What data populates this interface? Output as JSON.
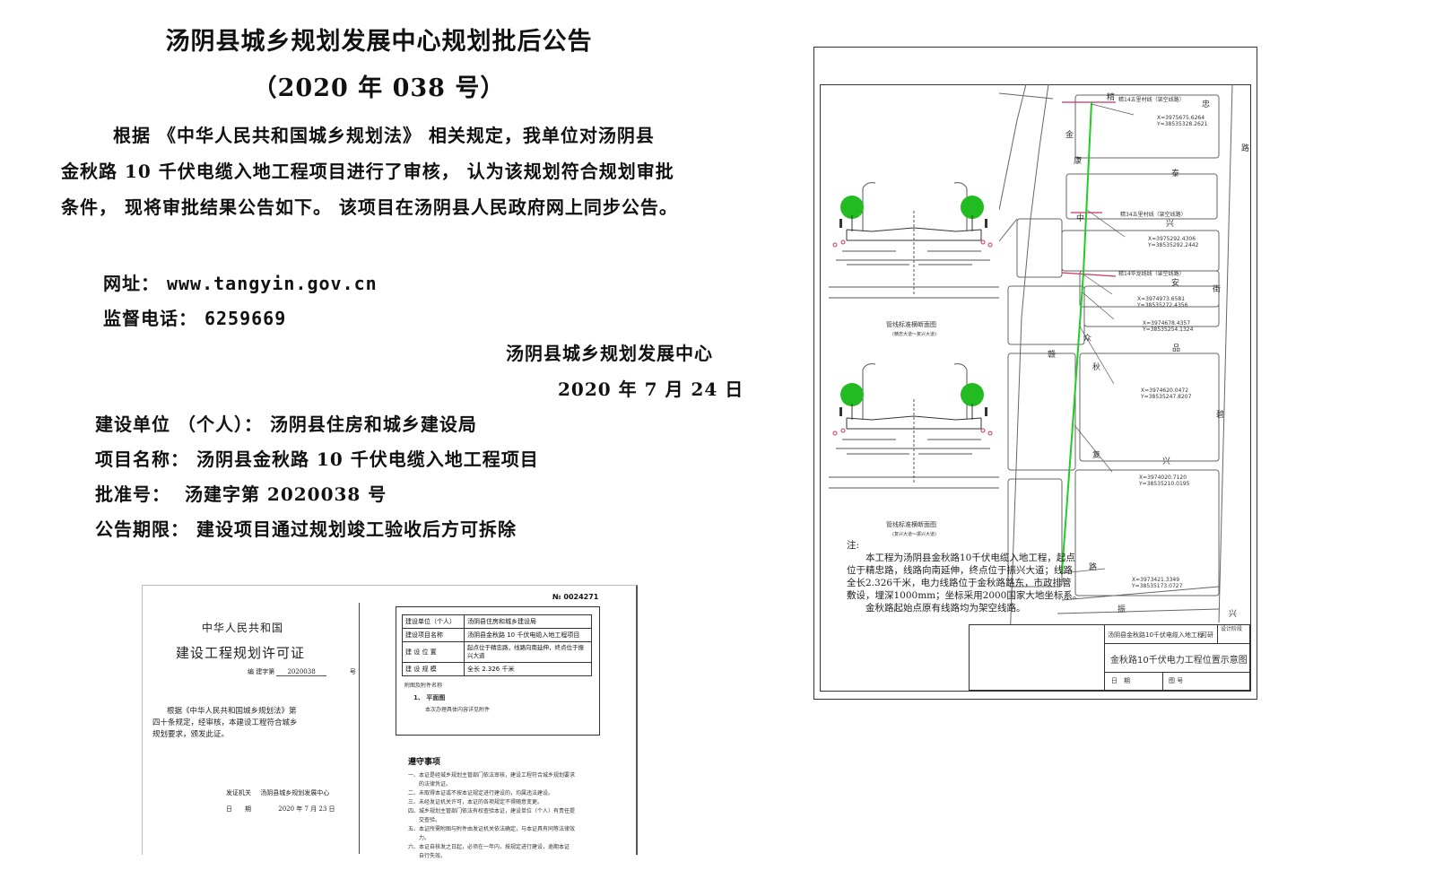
{
  "notice": {
    "title": "汤阴县城乡规划发展中心规划批后公告",
    "number": "（2020 年 038 号）",
    "paragraph_lines": [
      "根据 《中华人民共和国城乡规划法》 相关规定，我单位对汤阴县",
      "金秋路 10 千伏电缆入地工程项目进行了审核， 认为该规划符合规划审批",
      "条件， 现将审批结果公告如下。 该项目在汤阴县人民政府网上同步公告。"
    ],
    "website_label": "网址：",
    "website": "www.tangyin.gov.cn",
    "phone_label": "监督电话：",
    "phone": "6259669",
    "issuer": "汤阴县城乡规划发展中心",
    "date": "2020 年 7 月 24 日",
    "fields": [
      {
        "label": "建设单位 （个人）：",
        "value": "汤阴县住房和城乡建设局"
      },
      {
        "label": "项目名称：",
        "value": "汤阴县金秋路 10 千伏电缆入地工程项目"
      },
      {
        "label": "批准号：",
        "value": "汤建字第 2020038 号"
      },
      {
        "label": "公告期限：",
        "value": "建设项目通过规划竣工验收后方可拆除"
      }
    ]
  },
  "permit": {
    "country": "中华人民共和国",
    "name": "建设工程规划许可证",
    "no_prefix": "编 建字第",
    "no_value": "2020038",
    "no_suffix": "号",
    "text_lines": [
      "根据《中华人民共和国城乡规划法》第",
      "四十条规定，经审核，本建设工程符合城乡",
      "规划要求，颁发此证。"
    ],
    "issuer_label": "发证机关",
    "issuer_value": "汤阴县城乡规划发展中心",
    "date_label": "日　　期",
    "date_value": "2020 年 7 月 23 日",
    "serial": "№ 0024271",
    "table": [
      {
        "label": "建设单位（个人）",
        "value": "汤阴县住房和城乡建设局"
      },
      {
        "label": "建设项目名称",
        "value": "汤阴县金秋路 10 千伏电缆入地工程项目"
      },
      {
        "label": "建 设 位 置",
        "value": "起点位于精忠路，线路向南延伸，终点位于振兴大道"
      },
      {
        "label": "建 设 规 模",
        "value": "全长 2.326 千米"
      }
    ],
    "attachments_label": "附图及附件名称",
    "attachment_1": "1、 平面图",
    "attachment_2": "本次办理具体内容详见附件",
    "rules_title": "遵守事项",
    "rules": [
      "一、本证是经城乡规划主管部门依法审核，建设工程符合城乡规划要求",
      "　　的法律凭证。",
      "二、未取得本证或不按本证规定进行建设的，均属违法建设。",
      "三、未经发证机关许可，本证的各项规定不得随意变更。",
      "四、城乡规划主管部门依法有权查验本证，建设单位（个人）有责任提",
      "　　交查验。",
      "五、本证所需附图与附件由发证机关依法确定，与本证具有同等法律效",
      "　　力。",
      "六、本证自核发之日起，必须在一年内，按规定进行建设，逾期本证",
      "　　自行失效。"
    ]
  },
  "drawing": {
    "section_title_1": "管线标准横断面图",
    "section_sub_1": "(精忠大道～复兴大道)",
    "section_title_2": "管线标准横断面图",
    "section_sub_2": "(复兴大道～振兴大道)",
    "roads": {
      "jing": "精",
      "zhong": "忠",
      "lu1": "路",
      "jin": "金",
      "kang": "康",
      "tai": "泰",
      "zhong2": "中",
      "xing": "兴",
      "an": "安",
      "jie": "街",
      "zhong3": "众",
      "pin": "品",
      "qiu": "秋",
      "bi": "碧",
      "yi": "赣",
      "fu": "复",
      "xing2": "兴",
      "lu2": "路",
      "zhen": "振",
      "xing3": "兴"
    },
    "line_labels": [
      "精14五里村线（架空线路）",
      "精34五里村线（架空线路）",
      "精14华龙线线（架空线路）"
    ],
    "coords": [
      [
        "X=3975675.6264",
        "Y=38535328.2621"
      ],
      [
        "X=3975292.4306",
        "Y=38535292.2442"
      ],
      [
        "X=3974973.6581",
        "Y=38535272.4356"
      ],
      [
        "X=3974678.4357",
        "Y=38535254.1324"
      ],
      [
        "X=3974620.0472",
        "Y=38535247.8207"
      ],
      [
        "X=3974020.7120",
        "Y=38535210.0195"
      ],
      [
        "X=3973421.3349",
        "Y=38535173.0727"
      ]
    ],
    "note_title": "注:",
    "note_lines": [
      "　　本工程为汤阴县金秋路10千伏电缆入地工程，起点",
      "位于精忠路，线路向南延伸，终点位于振兴大道；线路",
      "全长2.326千米，电力线路位于金秋路路东，市政排管",
      "敷设，埋深1000mm；坐标采用2000国家大地坐标系。",
      "　　金秋路起始点原有线路均为架空线路。"
    ],
    "titleblock": {
      "project": "汤阴县金秋路10千伏电缆入地工程",
      "code": "可研",
      "stage": "设计阶段",
      "drawing_name": "金秋路10千伏电力工程位置示意图",
      "date_label": "日　期",
      "drawing_no_label": "图 号"
    },
    "colors": {
      "cable": "#22cc22",
      "tree": "#22bb22",
      "overhead": "#cc3366"
    }
  }
}
